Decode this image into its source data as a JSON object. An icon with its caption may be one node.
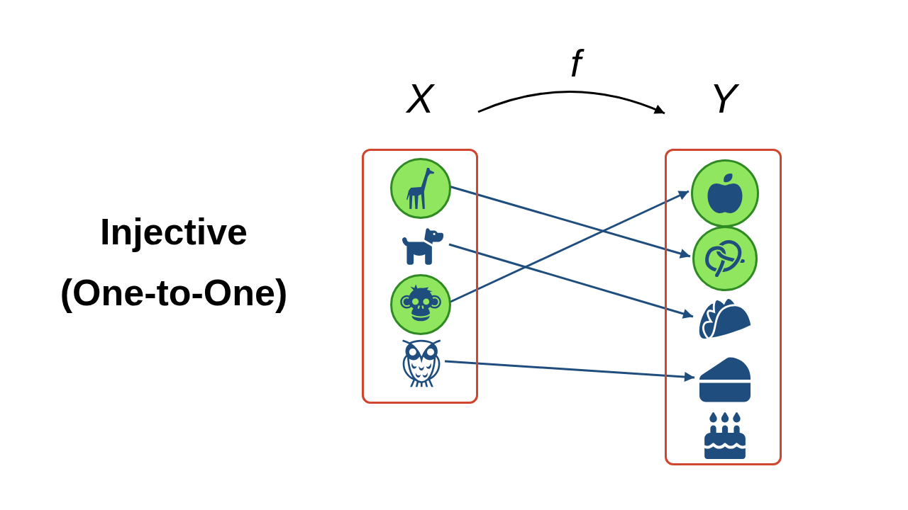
{
  "diagram": {
    "title": "Injective (One-to-One)",
    "nodes": [
      {
        "text": [
          "X"
        ]
      },
      {
        "text": [],
        "shape": "circle",
        "in": 0
      },
      {
        "text": [],
        "shape": "picture",
        "in": 0
      },
      {
        "text": [],
        "shape": "circle",
        "in": 0
      },
      {
        "text": [],
        "shape": "picture",
        "in": 0
      },
      {
        "text": [
          "Y"
        ]
      },
      {
        "text": [],
        "shape": "circle",
        "in": 5
      },
      {
        "text": [],
        "shape": "circle",
        "in": 5
      },
      {
        "text": [],
        "shape": "picture",
        "in": 5
      },
      {
        "text": [],
        "shape": "picture",
        "in": 5
      },
      {
        "text": [],
        "shape": "picture",
        "in": 5
      }
    ],
    "edges": [
      {
        "from": 0,
        "to": 5,
        "arrow": "to",
        "label": "f",
        "color": "#000000"
      },
      {
        "from": 1,
        "to": 7,
        "arrow": "to"
      },
      {
        "from": 2,
        "to": 8,
        "arrow": "to"
      },
      {
        "from": 3,
        "to": 6,
        "arrow": "to"
      },
      {
        "from": 4,
        "to": 9,
        "arrow": "to"
      }
    ]
  }
}
